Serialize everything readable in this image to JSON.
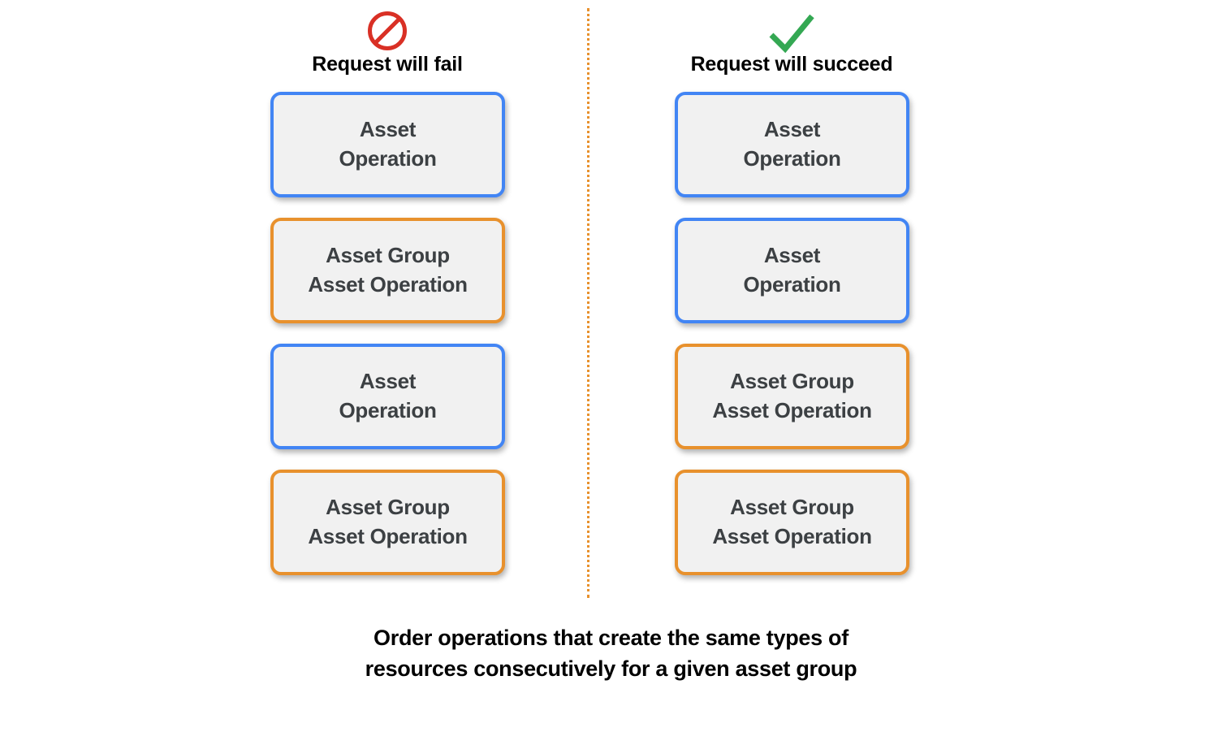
{
  "diagram": {
    "background_color": "#FFFFFF",
    "divider": {
      "name": "dotted-divider",
      "color": "#E8912D",
      "style": "dotted"
    },
    "colors": {
      "blue": "#4285F4",
      "orange": "#E8912D",
      "box_fill": "#F1F1F1",
      "box_text": "#3C4043",
      "fail_icon": "#D93025",
      "succeed_icon": "#34A853",
      "heading_text": "#000000"
    },
    "columns": [
      {
        "id": "fail",
        "icon": "prohibition-icon",
        "icon_color": "#D93025",
        "title": "Request will fail",
        "boxes": [
          {
            "label": "Asset\nOperation",
            "color": "blue"
          },
          {
            "label": "Asset Group\nAsset Operation",
            "color": "orange"
          },
          {
            "label": "Asset\nOperation",
            "color": "blue"
          },
          {
            "label": "Asset Group\nAsset Operation",
            "color": "orange"
          }
        ]
      },
      {
        "id": "succeed",
        "icon": "check-icon",
        "icon_color": "#34A853",
        "title": "Request will succeed",
        "boxes": [
          {
            "label": "Asset\nOperation",
            "color": "blue"
          },
          {
            "label": "Asset\nOperation",
            "color": "blue"
          },
          {
            "label": "Asset Group\nAsset Operation",
            "color": "orange"
          },
          {
            "label": "Asset Group\nAsset Operation",
            "color": "orange"
          }
        ]
      }
    ],
    "caption": "Order operations that create the same types of\nresources consecutively for a given asset group"
  }
}
